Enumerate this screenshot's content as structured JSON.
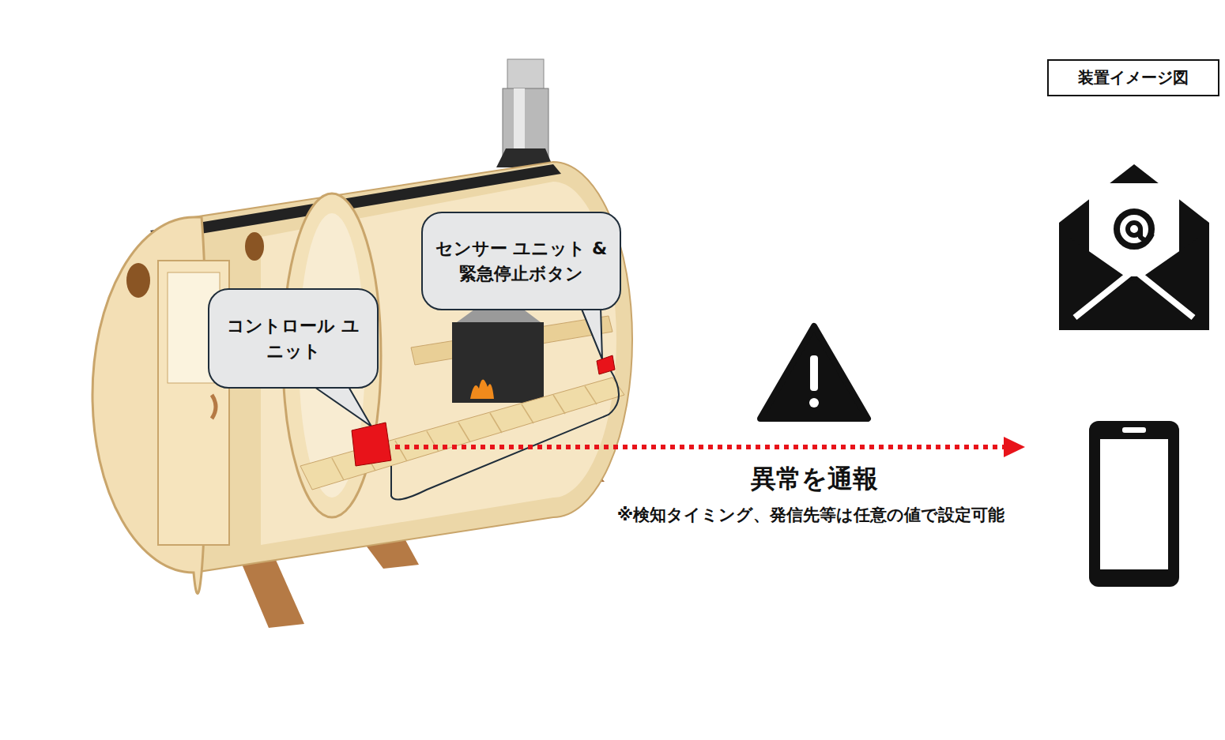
{
  "diagram": {
    "title": "装置イメージ図",
    "nodes": [
      {
        "text": [
          "コントロール ユニット"
        ]
      },
      {
        "text": [
          "センサー ユニット & 緊急停止ボタン"
        ]
      }
    ],
    "labels": [
      "異常を通報",
      "※検知タイミング、発信先等は任意の値で設定可能"
    ]
  }
}
